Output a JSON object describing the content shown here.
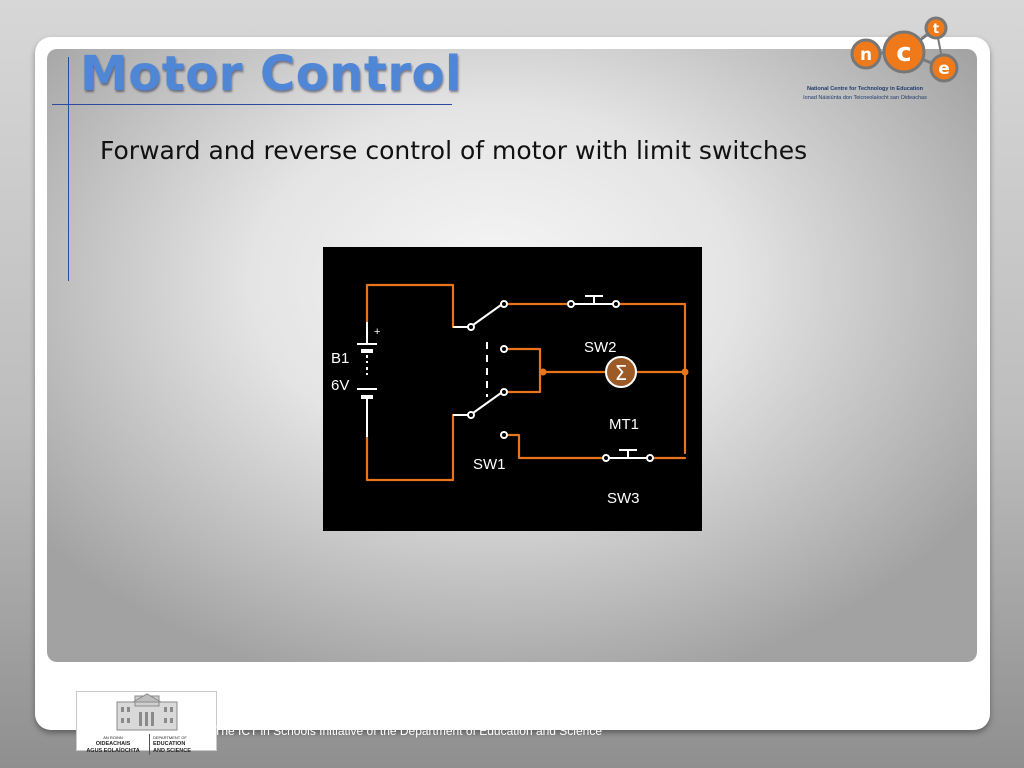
{
  "slide": {
    "title": "Motor Control",
    "subtitle": "Forward and reverse control of motor with limit switches"
  },
  "diagram": {
    "labels": {
      "battery": "B1",
      "battery_voltage": "6V",
      "battery_plus": "+",
      "switch1": "SW1",
      "switch2": "SW2",
      "switch3": "SW3",
      "motor": "MT1",
      "motor_symbol": "Σ"
    },
    "colors": {
      "wire": "#e8741c",
      "background": "#000000",
      "motor_fill": "#9c5a26"
    }
  },
  "logos": {
    "ncte_letters": [
      "n",
      "c",
      "t",
      "e"
    ],
    "ncte_line1": "National Centre for Technology in Education",
    "ncte_line2": "Ionad Náisiúnta don Teicneolaíocht san Oideachas",
    "doe_left_top": "AN ROINN",
    "doe_left_1": "OIDEACHAIS",
    "doe_left_2": "AGUS EOLAÍOCHTA",
    "doe_right_top": "DEPARTMENT OF",
    "doe_right_1": "EDUCATION",
    "doe_right_2": "AND SCIENCE"
  },
  "footer": {
    "text": "The ICT in Schools  Initiative of the Department of Education and Science"
  }
}
